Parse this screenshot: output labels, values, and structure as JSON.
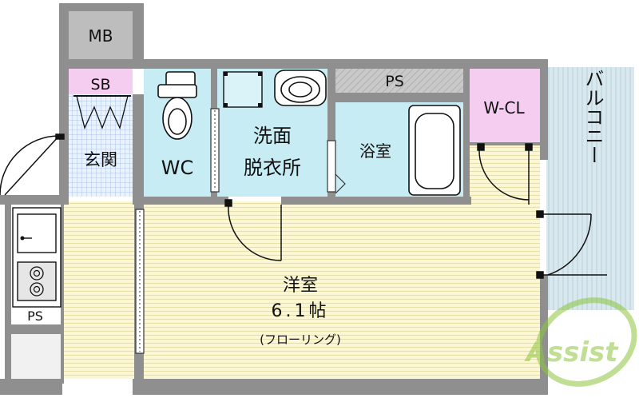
{
  "floor_plan": {
    "rooms": {
      "mb": "MB",
      "sb": "SB",
      "entrance": "玄関",
      "wc": "WC",
      "washroom_line1": "洗面",
      "washroom_line2": "脱衣所",
      "ps_top": "PS",
      "bath": "浴室",
      "wcl": "W-CL",
      "balcony": "バルコニー",
      "ps_left": "PS",
      "main_room_name": "洋室",
      "main_room_size": "6.1帖",
      "main_room_floor": "(フローリング)"
    },
    "watermark": "Assist"
  },
  "colors": {
    "wall": "#8f8f8f",
    "floor_wood": "#fbf6d3",
    "wet_area": "#c8ecf3",
    "storage_pink": "#f5cdf0",
    "shaft_gray": "#bdbdbd",
    "balcony": "#d8e8ee",
    "tile_grid": "#9fb9e3",
    "watermark_green": "#8dc63f"
  }
}
